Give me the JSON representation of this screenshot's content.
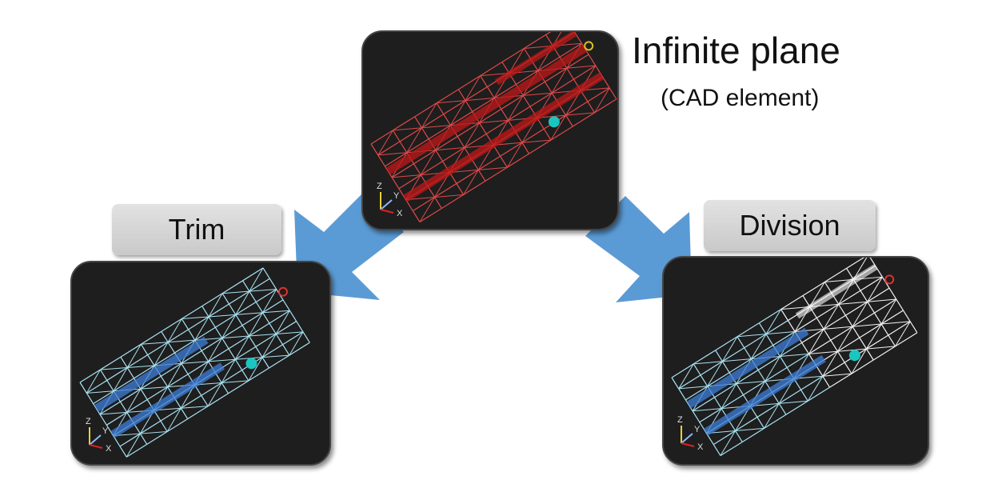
{
  "title": "Infinite plane",
  "subtitle": "(CAD element)",
  "labels": {
    "trim": "Trim",
    "division": "Division"
  },
  "axes": {
    "x": "X",
    "y": "Y",
    "z": "Z"
  },
  "colors": {
    "arrow": "#5b9bd5",
    "top_mesh": "#e04848",
    "bottom_mesh": "#a9e2f2",
    "band": "#3f7fd8",
    "white_mesh": "#f2f2f2"
  }
}
